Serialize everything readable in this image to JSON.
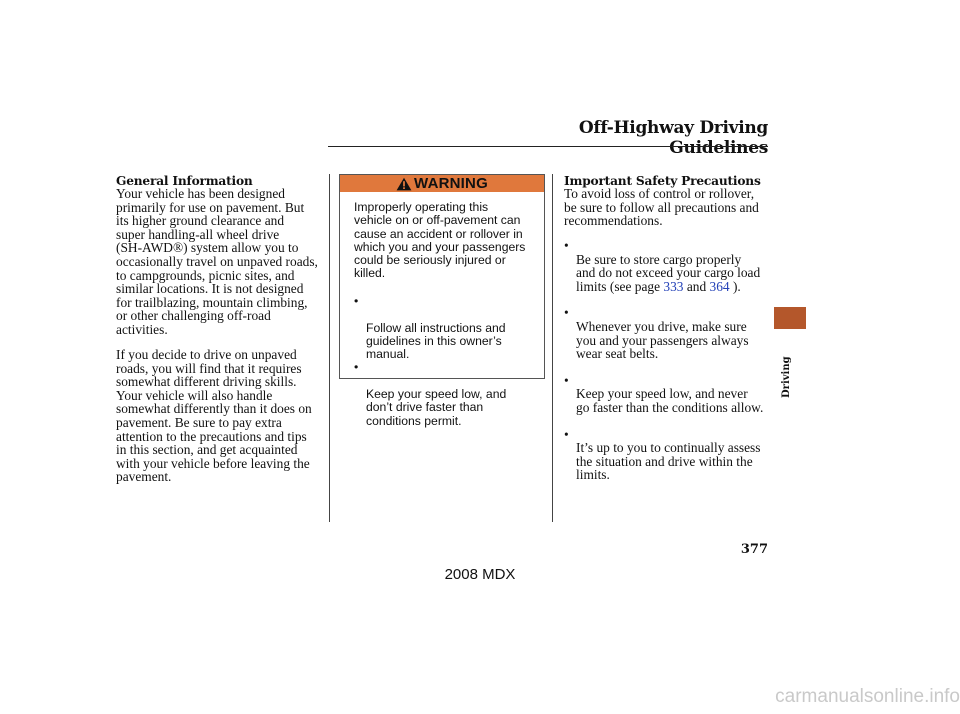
{
  "header": {
    "title": "Off-Highway Driving Guidelines"
  },
  "left": {
    "heading": "General Information",
    "para1": "Your vehicle has been designed\nprimarily for use on pavement. But\nits higher ground clearance and\nsuper handling-all wheel drive\n(SH-AWD®) system allow you to\noccasionally travel on unpaved roads,\nto campgrounds, picnic sites, and\nsimilar locations. It is not designed\nfor trailblazing, mountain climbing,\nor other challenging off-road\nactivities.",
    "para2": "If you decide to drive on unpaved\nroads, you will find that it requires\nsomewhat different driving skills.\nYour vehicle will also handle\nsomewhat differently than it does on\npavement. Be sure to pay extra\nattention to the precautions and tips\nin this section, and get acquainted\nwith your vehicle before leaving the\npavement."
  },
  "warning": {
    "label": "WARNING",
    "body": "Improperly operating this\nvehicle on or off-pavement can\ncause an accident or rollover in\nwhich you and your passengers\ncould be seriously injured or\nkilled.",
    "items": [
      "Follow all instructions and\nguidelines in this owner’s\nmanual.",
      "Keep your speed low, and\ndon’t drive faster than\nconditions permit."
    ]
  },
  "right": {
    "heading": "Important Safety Precautions",
    "intro": "To avoid loss of control or rollover,\nbe sure to follow all precautions and\nrecommendations.",
    "bullet1_pre": "Be sure to store cargo properly\nand do not exceed your cargo load\nlimits (see page ",
    "link1": "333",
    "bullet1_mid": " and ",
    "link2": "364",
    "bullet1_post": " ).",
    "bullet2": "Whenever you drive, make sure\nyou and your passengers always\nwear seat belts.",
    "bullet3": "Keep your speed low, and never\ngo faster than the conditions allow.",
    "bullet4": "It’s up to you to continually assess\nthe situation and drive within the\nlimits."
  },
  "side_tab": {
    "label": "Driving",
    "color": "#b4572b"
  },
  "page_number": "377",
  "footer": {
    "model": "2008  MDX"
  },
  "watermark": "carmanualsonline.info",
  "colors": {
    "warning_banner": "#e0783c",
    "link": "#2442b8"
  }
}
